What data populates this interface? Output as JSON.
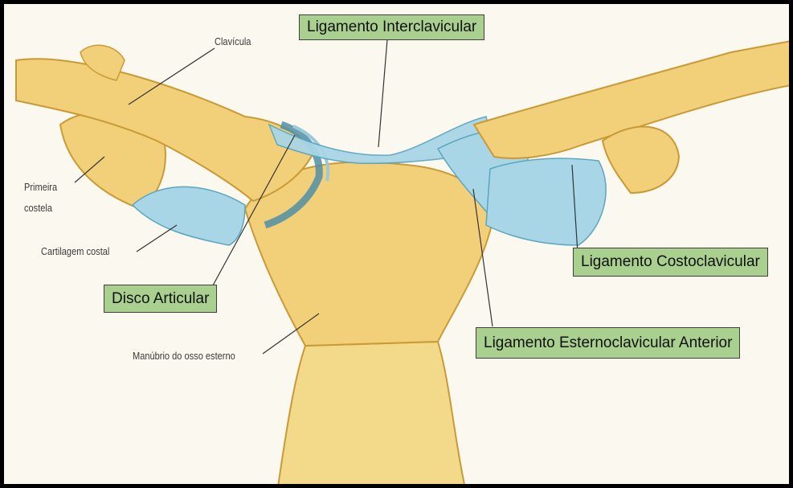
{
  "figure": {
    "colors": {
      "bone": "#f2d079",
      "bone_dark": "#d9aa3c",
      "ligament": "#a9d6e6",
      "ligament_dark": "#5aa6bf",
      "label_box": "#a9d08e",
      "background": "#fbf8ef"
    }
  },
  "labels": {
    "clavicula": "Clavícula",
    "primeira_costela_line1": "Primeira",
    "primeira_costela_line2": "costela",
    "cartilagem_costal": "Cartilagem costal",
    "manubrio": "Manúbrio do osso esterno"
  },
  "callouts": {
    "interclavicular": "Ligamento Interclavicular",
    "costoclavicular": "Ligamento Costoclavicular",
    "disco_articular": "Disco Articular",
    "esternoclavicular_anterior": "Ligamento Esternoclavicular Anterior"
  }
}
